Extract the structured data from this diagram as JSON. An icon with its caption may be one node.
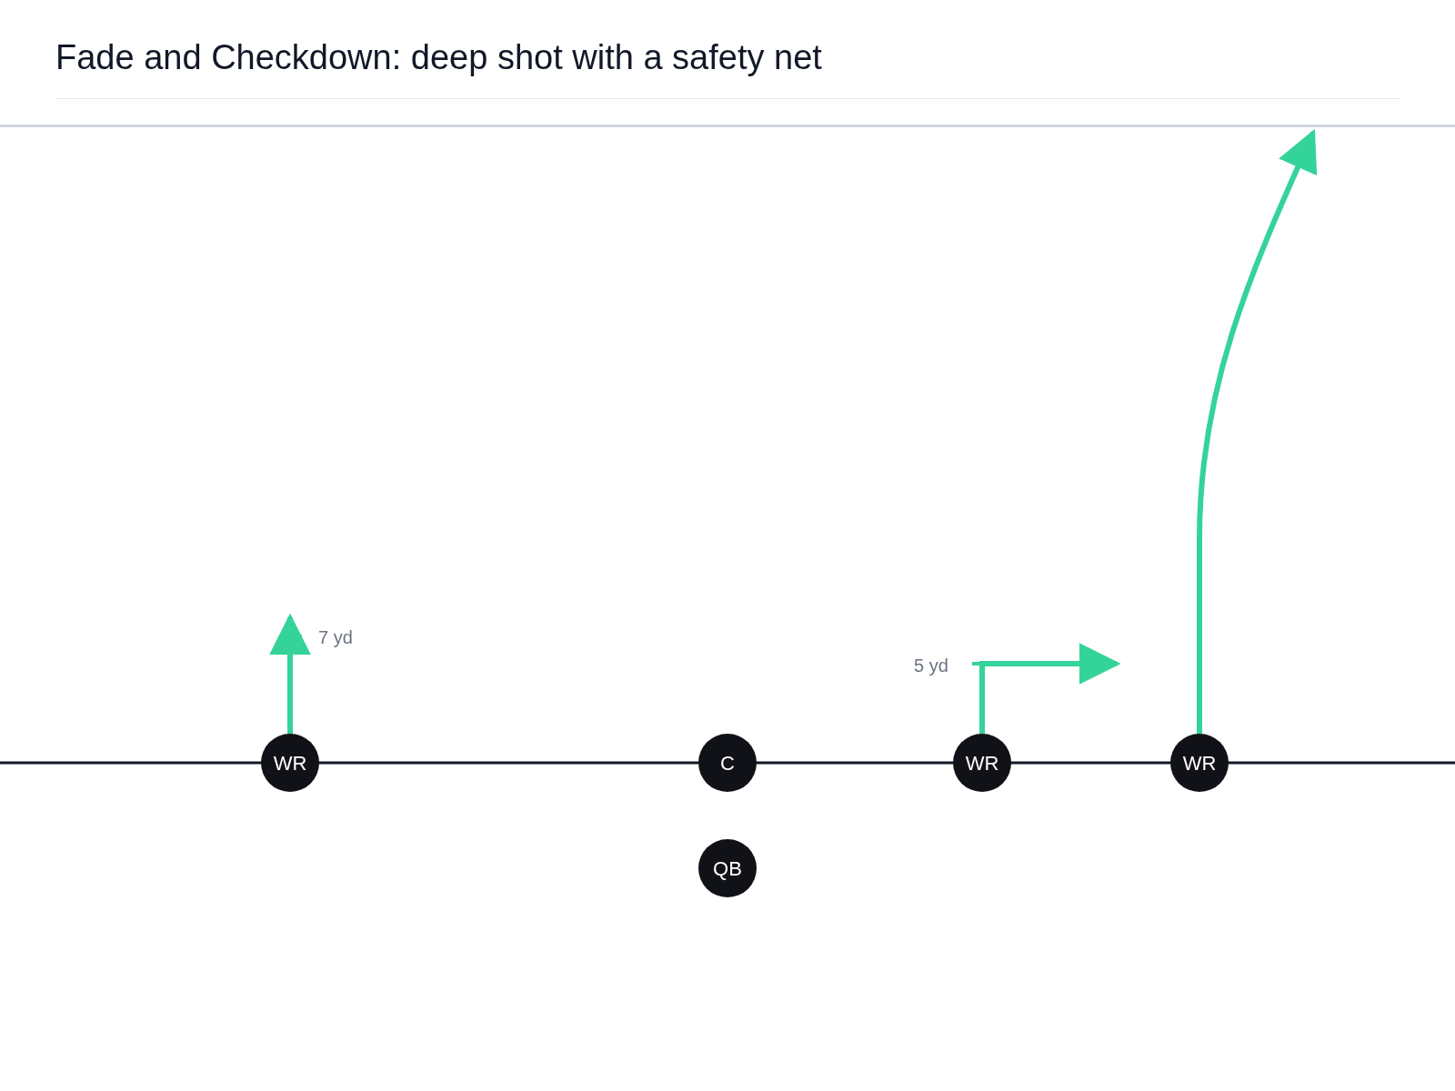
{
  "diagram": {
    "title": "Fade and Checkdown: deep shot with a safety net",
    "nodes": [
      {
        "text": [
          "WR"
        ]
      },
      {
        "text": [
          "C"
        ]
      },
      {
        "text": [
          "WR"
        ]
      },
      {
        "text": [
          "WR"
        ]
      },
      {
        "text": [
          "QB"
        ]
      }
    ],
    "edges": [
      {
        "from": 0,
        "to": null,
        "arrow": "to"
      },
      {
        "from": 2,
        "to": null,
        "arrow": "to"
      },
      {
        "from": 3,
        "to": null,
        "arrow": "to"
      }
    ],
    "labels": [
      "7 yd",
      "5 yd"
    ]
  }
}
